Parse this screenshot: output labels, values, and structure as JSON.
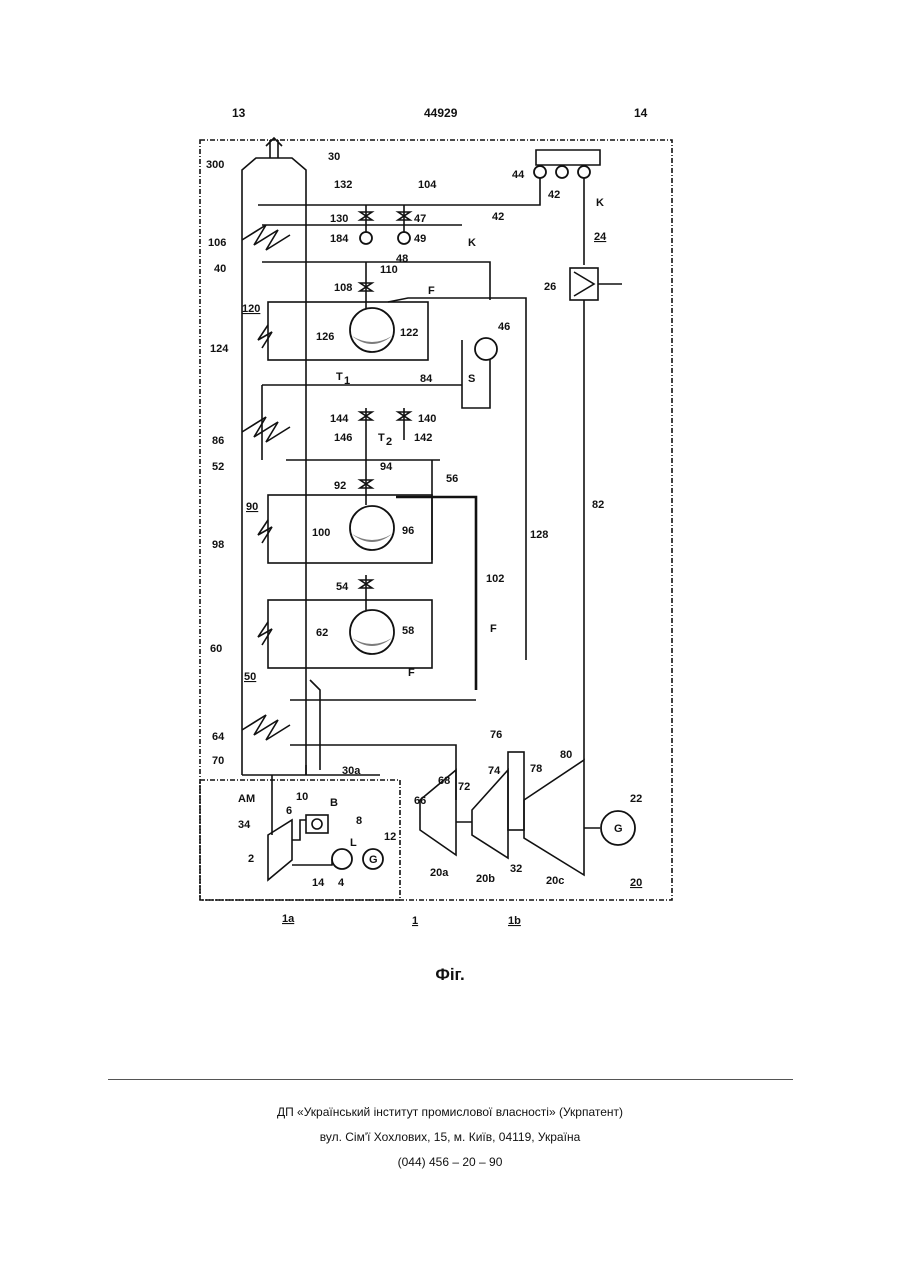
{
  "header": {
    "left_page": "13",
    "patent_number": "44929",
    "right_page": "14"
  },
  "figure": {
    "caption": "Фіг.",
    "labels": {
      "l300b": "300",
      "l30": "30",
      "l132": "132",
      "l104": "104",
      "l44": "44",
      "l42a": "42",
      "l42b": "42",
      "lK1": "K",
      "lK2": "K",
      "l130": "130",
      "l47": "47",
      "l184": "184",
      "l49": "49",
      "l48": "48",
      "l106": "106",
      "l40": "40",
      "l110": "110",
      "l108": "108",
      "lF1": "F",
      "l120": "120",
      "l126": "126",
      "l122": "122",
      "l124": "124",
      "l46": "46",
      "lT1": "T",
      "lT1s": "1",
      "l84": "84",
      "lS": "S",
      "l144": "144",
      "l140": "140",
      "l146": "146",
      "lT2": "T",
      "lT2s": "2",
      "l142": "142",
      "l86": "86",
      "l52": "52",
      "l94": "94",
      "l92": "92",
      "l56": "56",
      "l90": "90",
      "l100": "100",
      "l96": "96",
      "l98": "98",
      "l128": "128",
      "l82": "82",
      "l102": "102",
      "l54": "54",
      "l58": "58",
      "lF2": "F",
      "l60": "60",
      "l62": "62",
      "lF3": "F",
      "l50": "50",
      "l64": "64",
      "l70": "70",
      "l30a": "30a",
      "l76": "76",
      "l80": "80",
      "l22": "22",
      "lG1": "G",
      "lAM": "AM",
      "l10": "10",
      "lB": "B",
      "l6": "6",
      "l8": "8",
      "l34": "34",
      "l12": "12",
      "lL": "L",
      "lG2": "G",
      "l2": "2",
      "l14": "14",
      "l4": "4",
      "l68": "68",
      "l66": "66",
      "l72": "72",
      "l74": "74",
      "l78": "78",
      "l20a": "20a",
      "l20b": "20b",
      "l32": "32",
      "l20c": "20c",
      "l20": "20",
      "l1a": "1a",
      "l1": "1",
      "l1b": "1b",
      "l24": "24",
      "l26": "26"
    }
  },
  "footer": {
    "line1": "ДП «Український інститут промислової власності» (Укрпатент)",
    "line2": "вул. Сім'ї Хохлових, 15, м. Київ, 04119, Україна",
    "line3": "(044) 456 – 20 – 90"
  }
}
